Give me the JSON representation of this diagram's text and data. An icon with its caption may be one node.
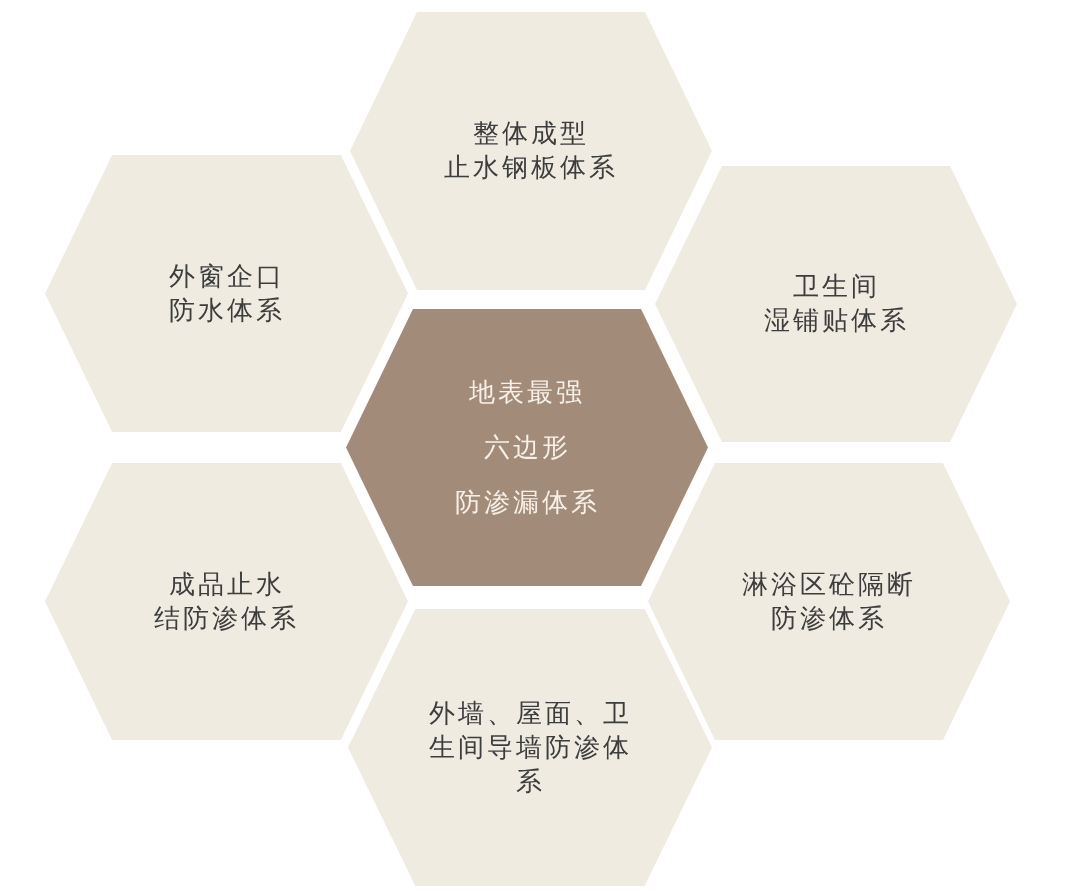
{
  "diagram": {
    "nodes": [
      {
        "text": [
          "整体成型止水钢板体系"
        ]
      },
      {
        "text": [
          "外窗企口防水体系"
        ]
      },
      {
        "text": [
          "卫生间湿铺贴体系"
        ]
      },
      {
        "text": [
          "地表最强六边形防渗漏体系"
        ]
      },
      {
        "text": [
          "成品止水结防渗体系"
        ]
      },
      {
        "text": [
          "淋浴区砼隔断防渗体系"
        ]
      },
      {
        "text": [
          "外墙、屋面、卫生间导墙防渗体系"
        ]
      }
    ]
  }
}
